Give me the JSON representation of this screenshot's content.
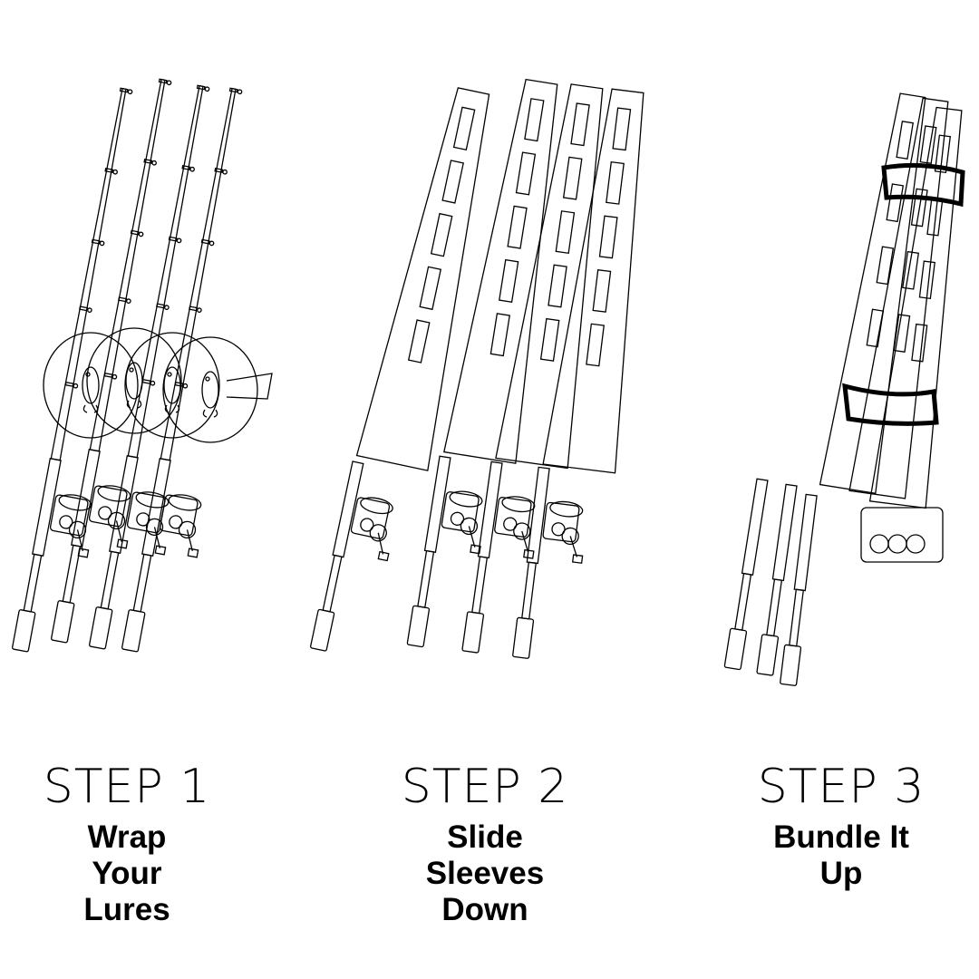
{
  "steps": [
    {
      "title": "STEP 1",
      "subtitle": [
        "Wrap",
        "Your",
        "Lures"
      ]
    },
    {
      "title": "STEP 2",
      "subtitle": [
        "Slide",
        "Sleeves",
        "Down"
      ]
    },
    {
      "title": "STEP 3",
      "subtitle": [
        "Bundle It",
        "Up"
      ]
    }
  ],
  "colors": {
    "line": "#000000",
    "background": "#ffffff"
  }
}
